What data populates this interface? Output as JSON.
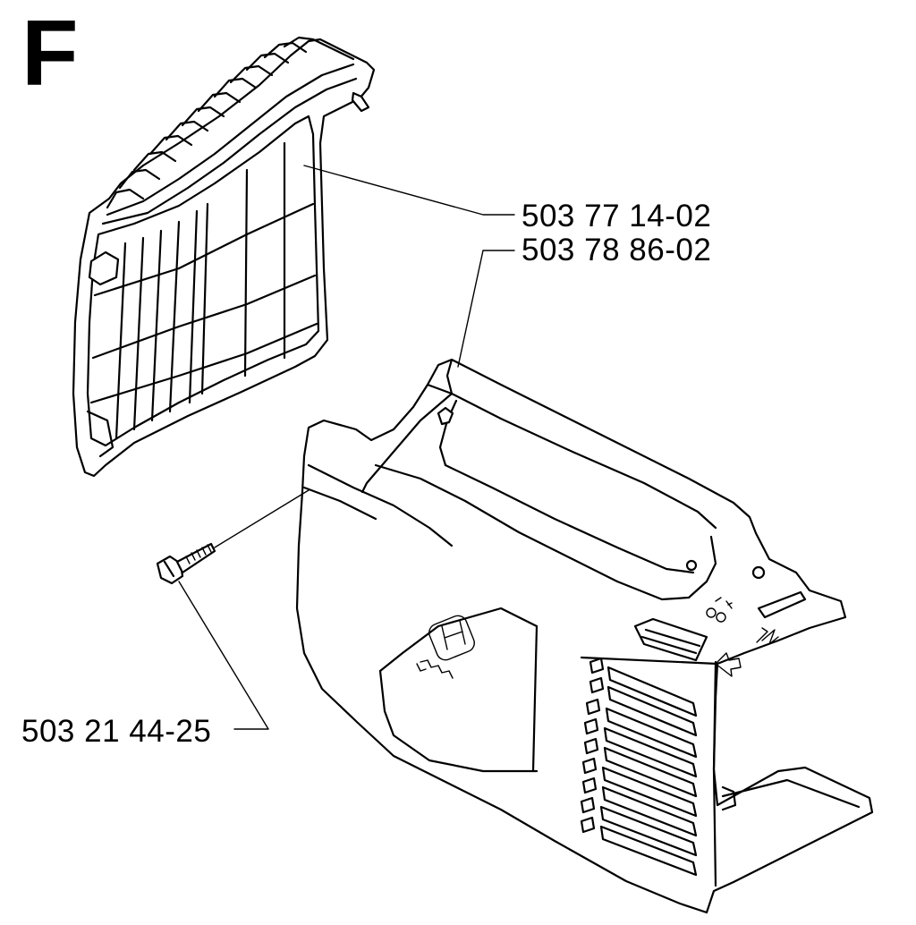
{
  "figure": {
    "section_letter": "F",
    "parts": [
      {
        "number": "503 77 14-02",
        "component": "air-filter-grille"
      },
      {
        "number": "503 78 86-02",
        "component": "cylinder-cover"
      },
      {
        "number": "503 21 44-25",
        "component": "screw"
      }
    ]
  }
}
